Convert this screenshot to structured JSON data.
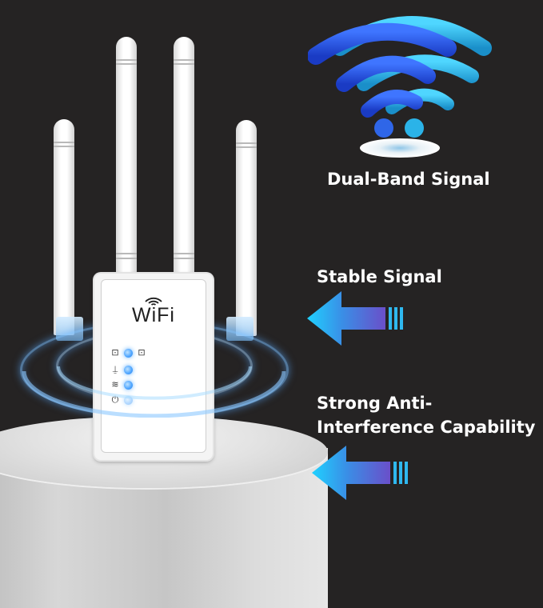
{
  "colors": {
    "background": "#252323",
    "accent_blue": "#2f5fe0",
    "accent_cyan": "#29c6f2",
    "arrow_start": "#1fd1ff",
    "arrow_end": "#6a4fc9",
    "text": "#ffffff"
  },
  "product": {
    "device_logo": "WiFi",
    "antenna_count": 4,
    "led_indicators": [
      {
        "icon": "ethernet-port-icon",
        "glyph": "⊡",
        "secondary_glyph": "⊡"
      },
      {
        "icon": "signal-strength-icon",
        "glyph": "⍊"
      },
      {
        "icon": "wifi-icon",
        "glyph": "≋"
      },
      {
        "icon": "power-icon",
        "glyph": "⏻"
      }
    ]
  },
  "features": [
    {
      "label": "Dual-Band Signal",
      "graphic": "dual-band-wifi-icon"
    },
    {
      "label": "Stable Signal",
      "graphic": "left-arrow"
    },
    {
      "label": "Strong Anti-Interference Capability",
      "graphic": "left-arrow"
    }
  ]
}
